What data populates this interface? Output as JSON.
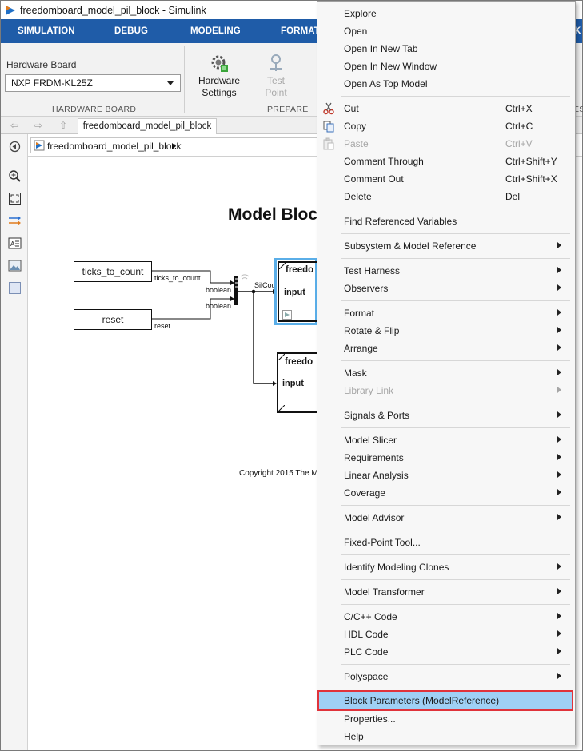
{
  "window": {
    "title": "freedomboard_model_pil_block - Simulink"
  },
  "ribbon": {
    "tabs": [
      "SIMULATION",
      "DEBUG",
      "MODELING",
      "FORMAT",
      "K"
    ],
    "hardware_board_label": "Hardware Board",
    "hardware_board_value": "NXP FRDM-KL25Z",
    "hardware_settings_label": "Hardware\nSettings",
    "hardware_settings_line1": "Hardware",
    "hardware_settings_line2": "Settings",
    "test_point_line1": "Test",
    "test_point_line2": "Point",
    "section_hardware_board": "HARDWARE BOARD",
    "section_prepare": "PREPARE",
    "section_partial": "ES"
  },
  "editor": {
    "tab_label": "freedomboard_model_pil_block",
    "breadcrumb": "freedomboard_model_pil_block"
  },
  "canvas": {
    "title": "Model Block",
    "blocks": {
      "ticks": "ticks_to_count",
      "reset": "reset",
      "ref_top_name": "freedo",
      "ref_top_port": "input",
      "ref_bottom_name": "freedo",
      "ref_bottom_port": "input"
    },
    "signals": {
      "ticks": "ticks_to_count",
      "reset": "reset",
      "bool1": "boolean",
      "bool2": "boolean",
      "bus": "SilCounterBus"
    },
    "copyright": "Copyright 2015 The M"
  },
  "context_menu": {
    "items": [
      {
        "label": "Explore"
      },
      {
        "label": "Open"
      },
      {
        "label": "Open In New Tab"
      },
      {
        "label": "Open In New Window"
      },
      {
        "label": "Open As Top Model"
      },
      {
        "label": "Cut",
        "shortcut": "Ctrl+X",
        "icon": "scissors-icon"
      },
      {
        "label": "Copy",
        "shortcut": "Ctrl+C",
        "icon": "copy-icon"
      },
      {
        "label": "Paste",
        "shortcut": "Ctrl+V",
        "icon": "paste-icon",
        "disabled": true
      },
      {
        "label": "Comment Through",
        "shortcut": "Ctrl+Shift+Y"
      },
      {
        "label": "Comment Out",
        "shortcut": "Ctrl+Shift+X"
      },
      {
        "label": "Delete",
        "shortcut": "Del"
      },
      {
        "label": "Find Referenced Variables"
      },
      {
        "label": "Subsystem & Model Reference",
        "submenu": true
      },
      {
        "label": "Test Harness",
        "submenu": true
      },
      {
        "label": "Observers",
        "submenu": true
      },
      {
        "label": "Format",
        "submenu": true
      },
      {
        "label": "Rotate & Flip",
        "submenu": true
      },
      {
        "label": "Arrange",
        "submenu": true
      },
      {
        "label": "Mask",
        "submenu": true
      },
      {
        "label": "Library Link",
        "submenu": true,
        "disabled": true
      },
      {
        "label": "Signals & Ports",
        "submenu": true
      },
      {
        "label": "Model Slicer",
        "submenu": true
      },
      {
        "label": "Requirements",
        "submenu": true
      },
      {
        "label": "Linear Analysis",
        "submenu": true
      },
      {
        "label": "Coverage",
        "submenu": true
      },
      {
        "label": "Model Advisor",
        "submenu": true
      },
      {
        "label": "Fixed-Point Tool..."
      },
      {
        "label": "Identify Modeling Clones",
        "submenu": true
      },
      {
        "label": "Model Transformer",
        "submenu": true
      },
      {
        "label": "C/C++ Code",
        "submenu": true
      },
      {
        "label": "HDL Code",
        "submenu": true
      },
      {
        "label": "PLC Code",
        "submenu": true
      },
      {
        "label": "Polyspace",
        "submenu": true
      },
      {
        "label": "Block Parameters (ModelReference)",
        "highlighted": true
      },
      {
        "label": "Properties..."
      },
      {
        "label": "Help"
      }
    ]
  },
  "colors": {
    "ribbon_tab_bar": "#1f5ca8",
    "selection_highlight": "#9fd0f5",
    "highlight_outline": "#e0333b",
    "selected_block_border": "#5aaee8"
  }
}
